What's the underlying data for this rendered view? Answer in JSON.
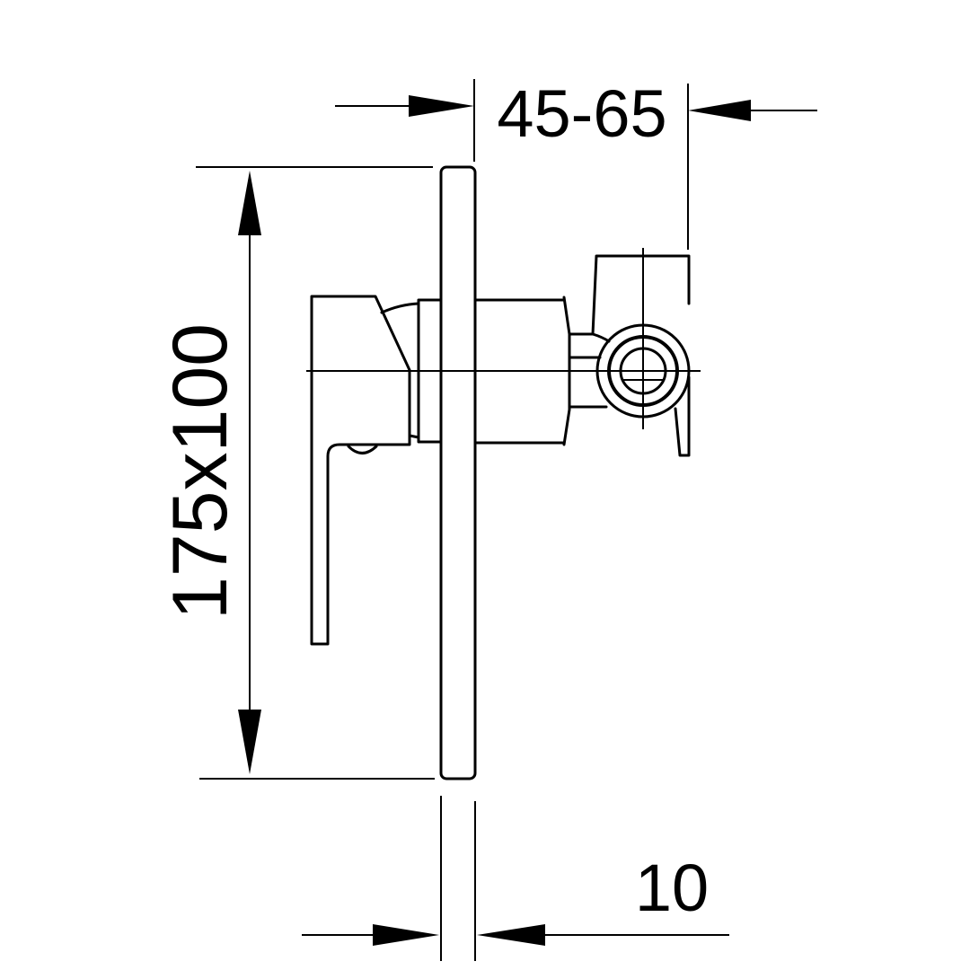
{
  "drawing": {
    "subject": "Concealed single-lever mixer valve, side elevation",
    "line_color": "#000000",
    "background": "#ffffff"
  },
  "dimensions": {
    "top_depth": {
      "label": "45-65"
    },
    "plate_size": {
      "label": "175x100"
    },
    "plate_thickness": {
      "label": "10"
    }
  }
}
